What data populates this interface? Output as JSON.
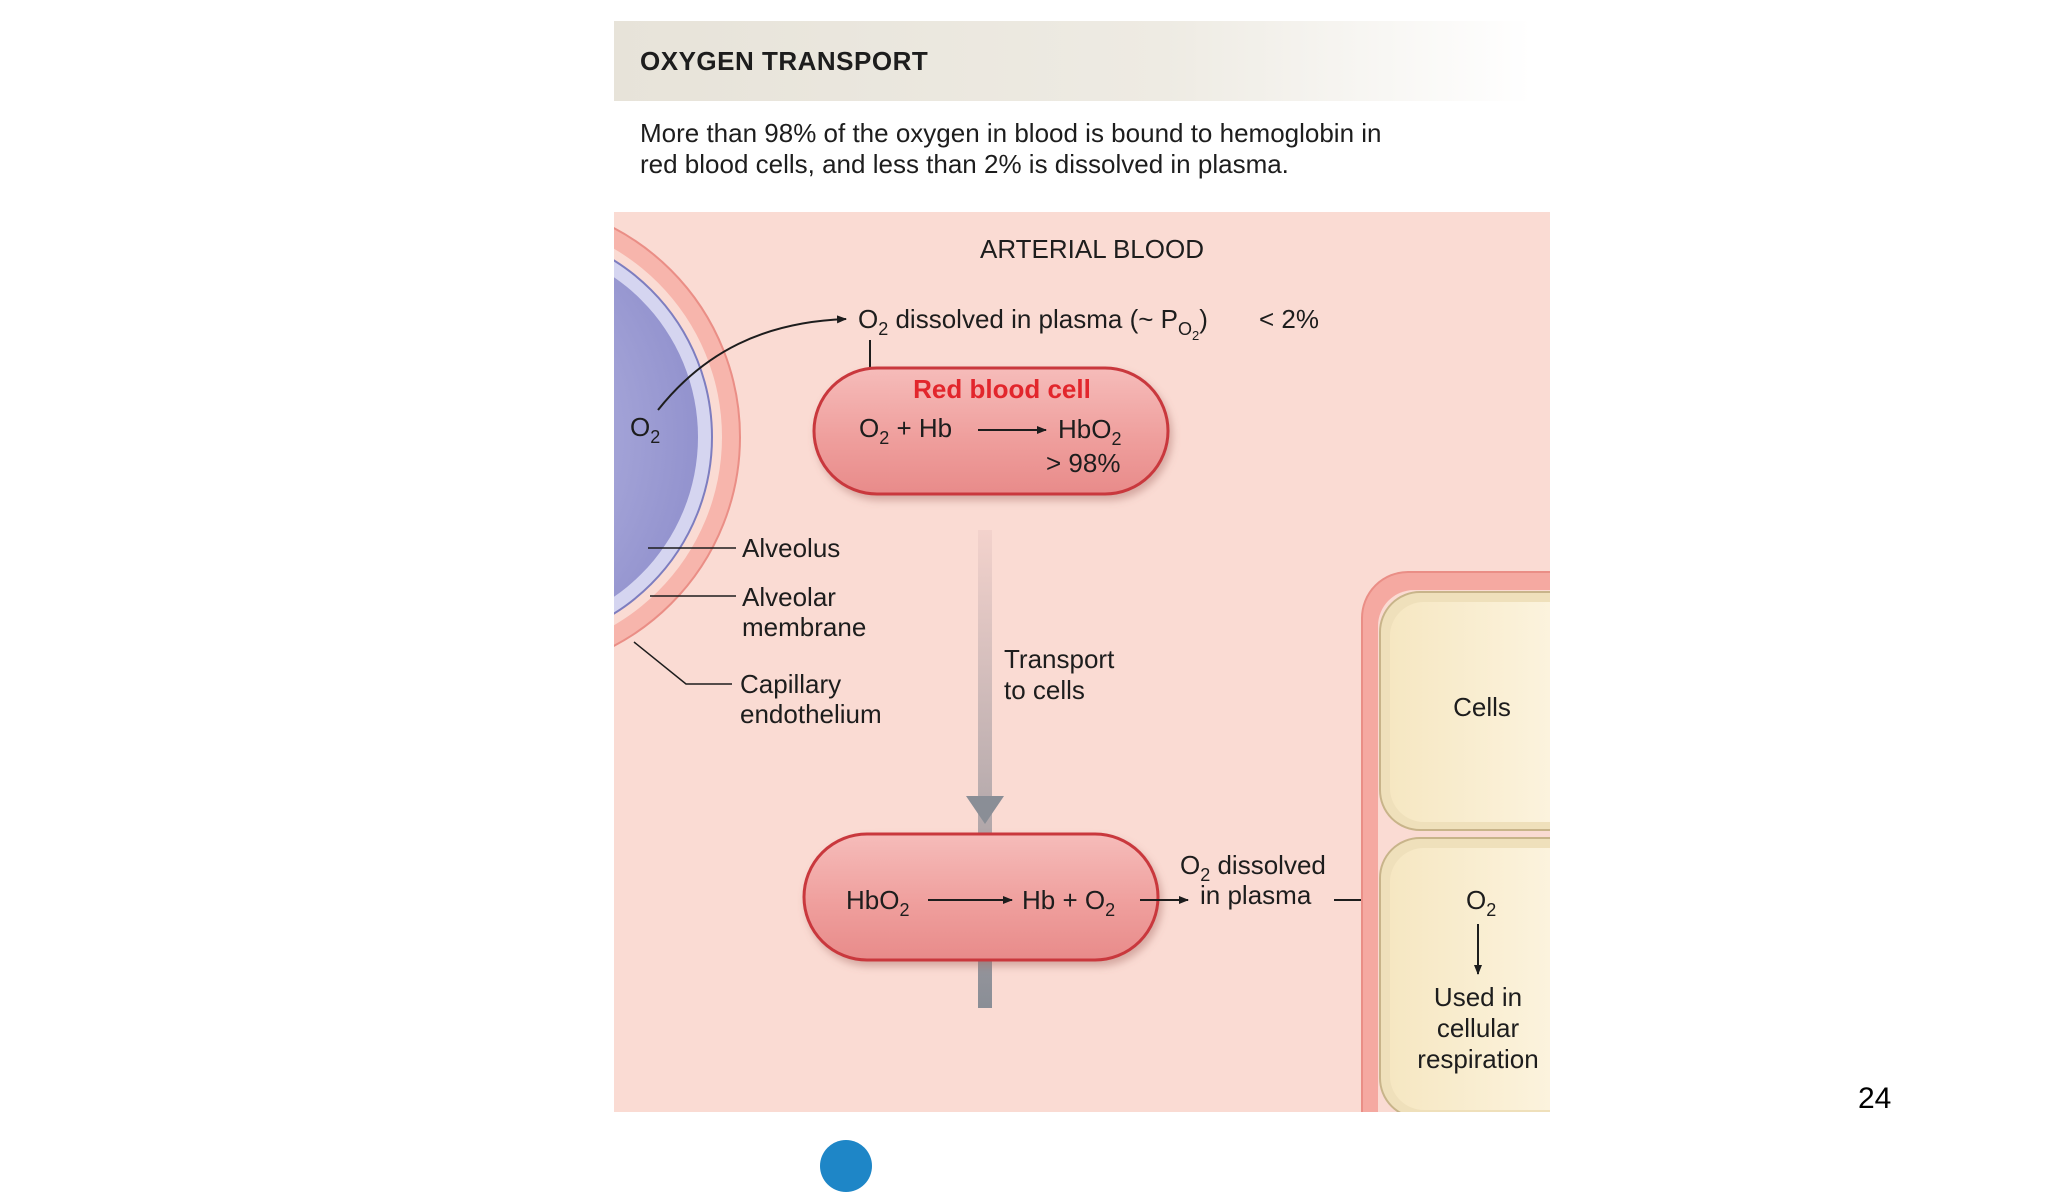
{
  "header": {
    "title": "OXYGEN TRANSPORT"
  },
  "summary": {
    "line1": "More than 98% of the oxygen in blood is bound to hemoglobin in",
    "line2": "red blood cells, and less than 2% is dissolved in plasma."
  },
  "diagram": {
    "section_title": "ARTERIAL BLOOD",
    "alveolar_o2": {
      "base": "O",
      "sub": "2"
    },
    "plasma_line": {
      "o2_base": "O",
      "o2_sub": "2",
      "text": " dissolved in plasma (~ P",
      "po2_sub": "O",
      "po2_subsub": "2",
      "close": ")",
      "value": "< 2%"
    },
    "rbc_top": {
      "title": "Red blood cell",
      "lhs_o2_base": "O",
      "lhs_o2_sub": "2",
      "lhs_rest": " + Hb",
      "rhs_base": "HbO",
      "rhs_sub": "2",
      "percent": "> 98%"
    },
    "labels": {
      "alveolus": "Alveolus",
      "alveolar_membrane_1": "Alveolar",
      "alveolar_membrane_2": "membrane",
      "capillary_1": "Capillary",
      "capillary_2": "endothelium",
      "transport_1": "Transport",
      "transport_2": "to cells",
      "cells": "Cells"
    },
    "rbc_bottom": {
      "lhs_base": "HbO",
      "lhs_sub": "2",
      "rhs_pre": "Hb + O",
      "rhs_sub": "2"
    },
    "plasma_bottom": {
      "o2_base": "O",
      "o2_sub": "2",
      "line1_rest": " dissolved",
      "line2": "in plasma"
    },
    "cell_o2": {
      "base": "O",
      "sub": "2"
    },
    "respiration": {
      "line1": "Used in",
      "line2": "cellular",
      "line3": "respiration"
    }
  },
  "slide_number": "24",
  "colors": {
    "panel_bg": "#fadbd3",
    "rbc_fill": "#f0a6a4",
    "rbc_stroke": "#c9373d",
    "rbc_title": "#e2262c",
    "alveolus": "#9a9ad0",
    "cell_fill": "#fbf1d8"
  }
}
